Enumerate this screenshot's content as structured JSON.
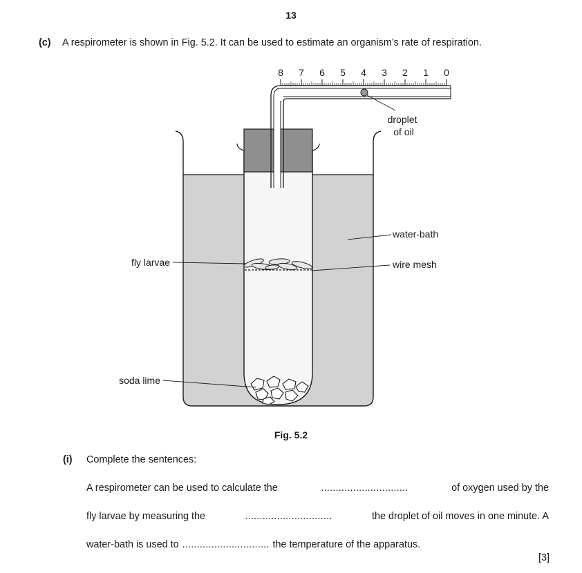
{
  "page_number": "13",
  "question": {
    "label": "(c)",
    "text": "A respirometer is shown in Fig. 5.2. It can be used to estimate an organism’s rate of respiration."
  },
  "figure": {
    "scale_numbers": [
      "8",
      "7",
      "6",
      "5",
      "4",
      "3",
      "2",
      "1",
      "0"
    ],
    "labels": {
      "droplet_line1": "droplet",
      "droplet_line2": "of oil",
      "water_bath": "water-bath",
      "fly_larvae": "fly larvae",
      "wire_mesh": "wire mesh",
      "soda_lime": "soda lime"
    },
    "caption": "Fig. 5.2"
  },
  "sub_question": {
    "label": "(i)",
    "instruction": "Complete the sentences:",
    "line1": {
      "before": "A respirometer can be used to calculate the",
      "blank": "..............................",
      "after": "of oxygen used by the"
    },
    "line2": {
      "before": "fly larvae by measuring the",
      "blank": "..............................",
      "after": "the droplet of oil moves in one minute. A"
    },
    "line3": {
      "before": "water-bath is used to",
      "blank": "..............................",
      "after": "the temperature of the apparatus."
    },
    "marks": "[3]"
  },
  "colors": {
    "ink": "#1a1a1a",
    "water": "#d2d2d2",
    "stopper": "#8f8f8f",
    "tube_inside": "#f4f4f4"
  }
}
